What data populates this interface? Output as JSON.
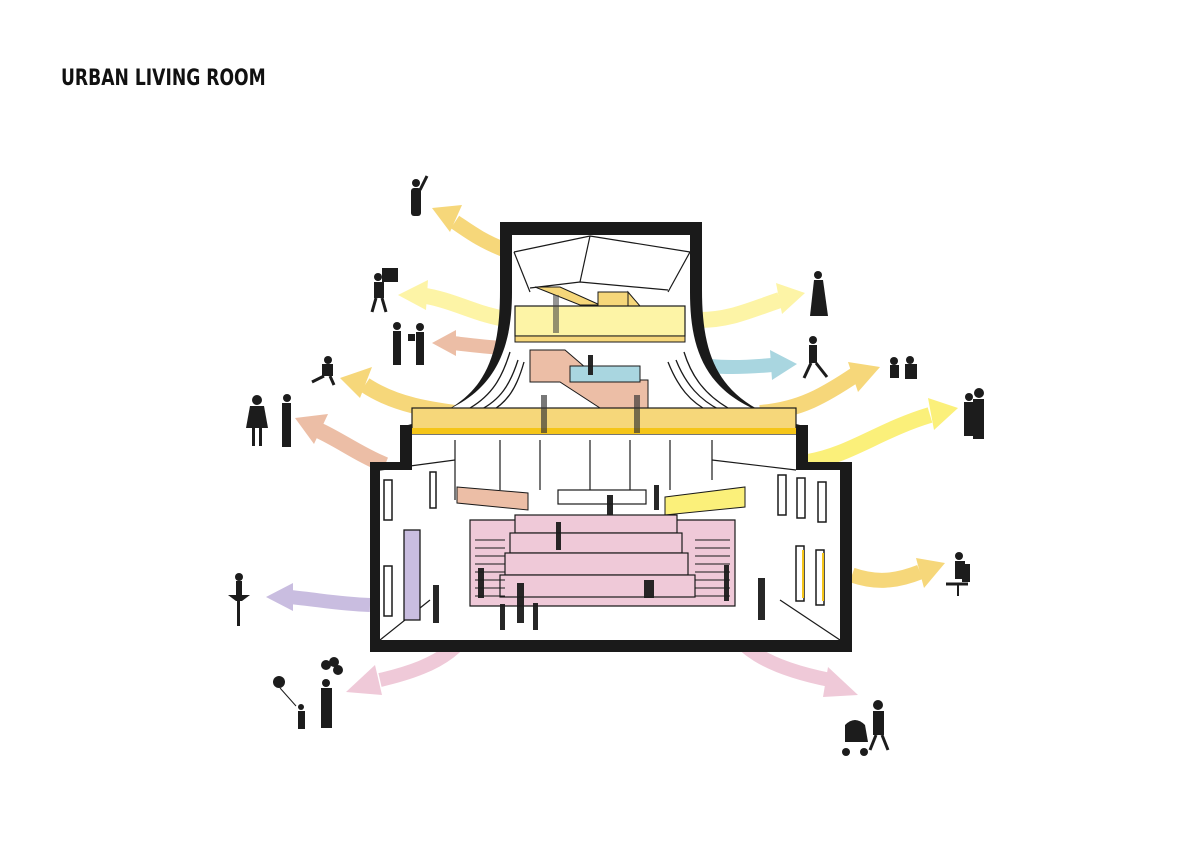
{
  "title": "URBAN LIVING ROOM",
  "colors": {
    "wall": "#1a1a1a",
    "yellow": "#f6d77a",
    "light_yellow": "#fdf4a6",
    "bright_yellow": "#fbf07a",
    "salmon": "#ecbea6",
    "blue": "#a9d6e0",
    "pink": "#efc9d8",
    "lavender": "#c9bde0",
    "silhouette": "#1c1c1c"
  },
  "arrows": [
    {
      "id": "arrow-top-left",
      "color": "yellow",
      "direction": "out-left",
      "activity": "waving-person"
    },
    {
      "id": "arrow-upper-left",
      "color": "light_yellow",
      "direction": "out-left",
      "activity": "person-carrying-boxes"
    },
    {
      "id": "arrow-mid-left",
      "color": "salmon",
      "direction": "out-left",
      "activity": "people-exchanging-package"
    },
    {
      "id": "arrow-left-child",
      "color": "yellow",
      "direction": "out-left",
      "activity": "running-child"
    },
    {
      "id": "arrow-left-musicians",
      "color": "salmon",
      "direction": "out-left",
      "activity": "musicians"
    },
    {
      "id": "arrow-left-dancer",
      "color": "lavender",
      "direction": "out-left",
      "activity": "ballet-dancer"
    },
    {
      "id": "arrow-bottom-left",
      "color": "pink",
      "direction": "out-left",
      "activity": "family-with-balloons"
    },
    {
      "id": "arrow-upper-right",
      "color": "light_yellow",
      "direction": "out-right",
      "activity": "standing-woman"
    },
    {
      "id": "arrow-right-blue",
      "color": "blue",
      "direction": "out-right",
      "activity": "walking-person"
    },
    {
      "id": "arrow-right-children",
      "color": "yellow",
      "direction": "out-right",
      "activity": "children-playing"
    },
    {
      "id": "arrow-right-couple",
      "color": "bright_yellow",
      "direction": "out-right",
      "activity": "couple"
    },
    {
      "id": "arrow-right-chair",
      "color": "yellow",
      "direction": "out-right",
      "activity": "person-in-chair"
    },
    {
      "id": "arrow-bottom-right",
      "color": "pink",
      "direction": "out-right",
      "activity": "parent-with-stroller"
    }
  ]
}
